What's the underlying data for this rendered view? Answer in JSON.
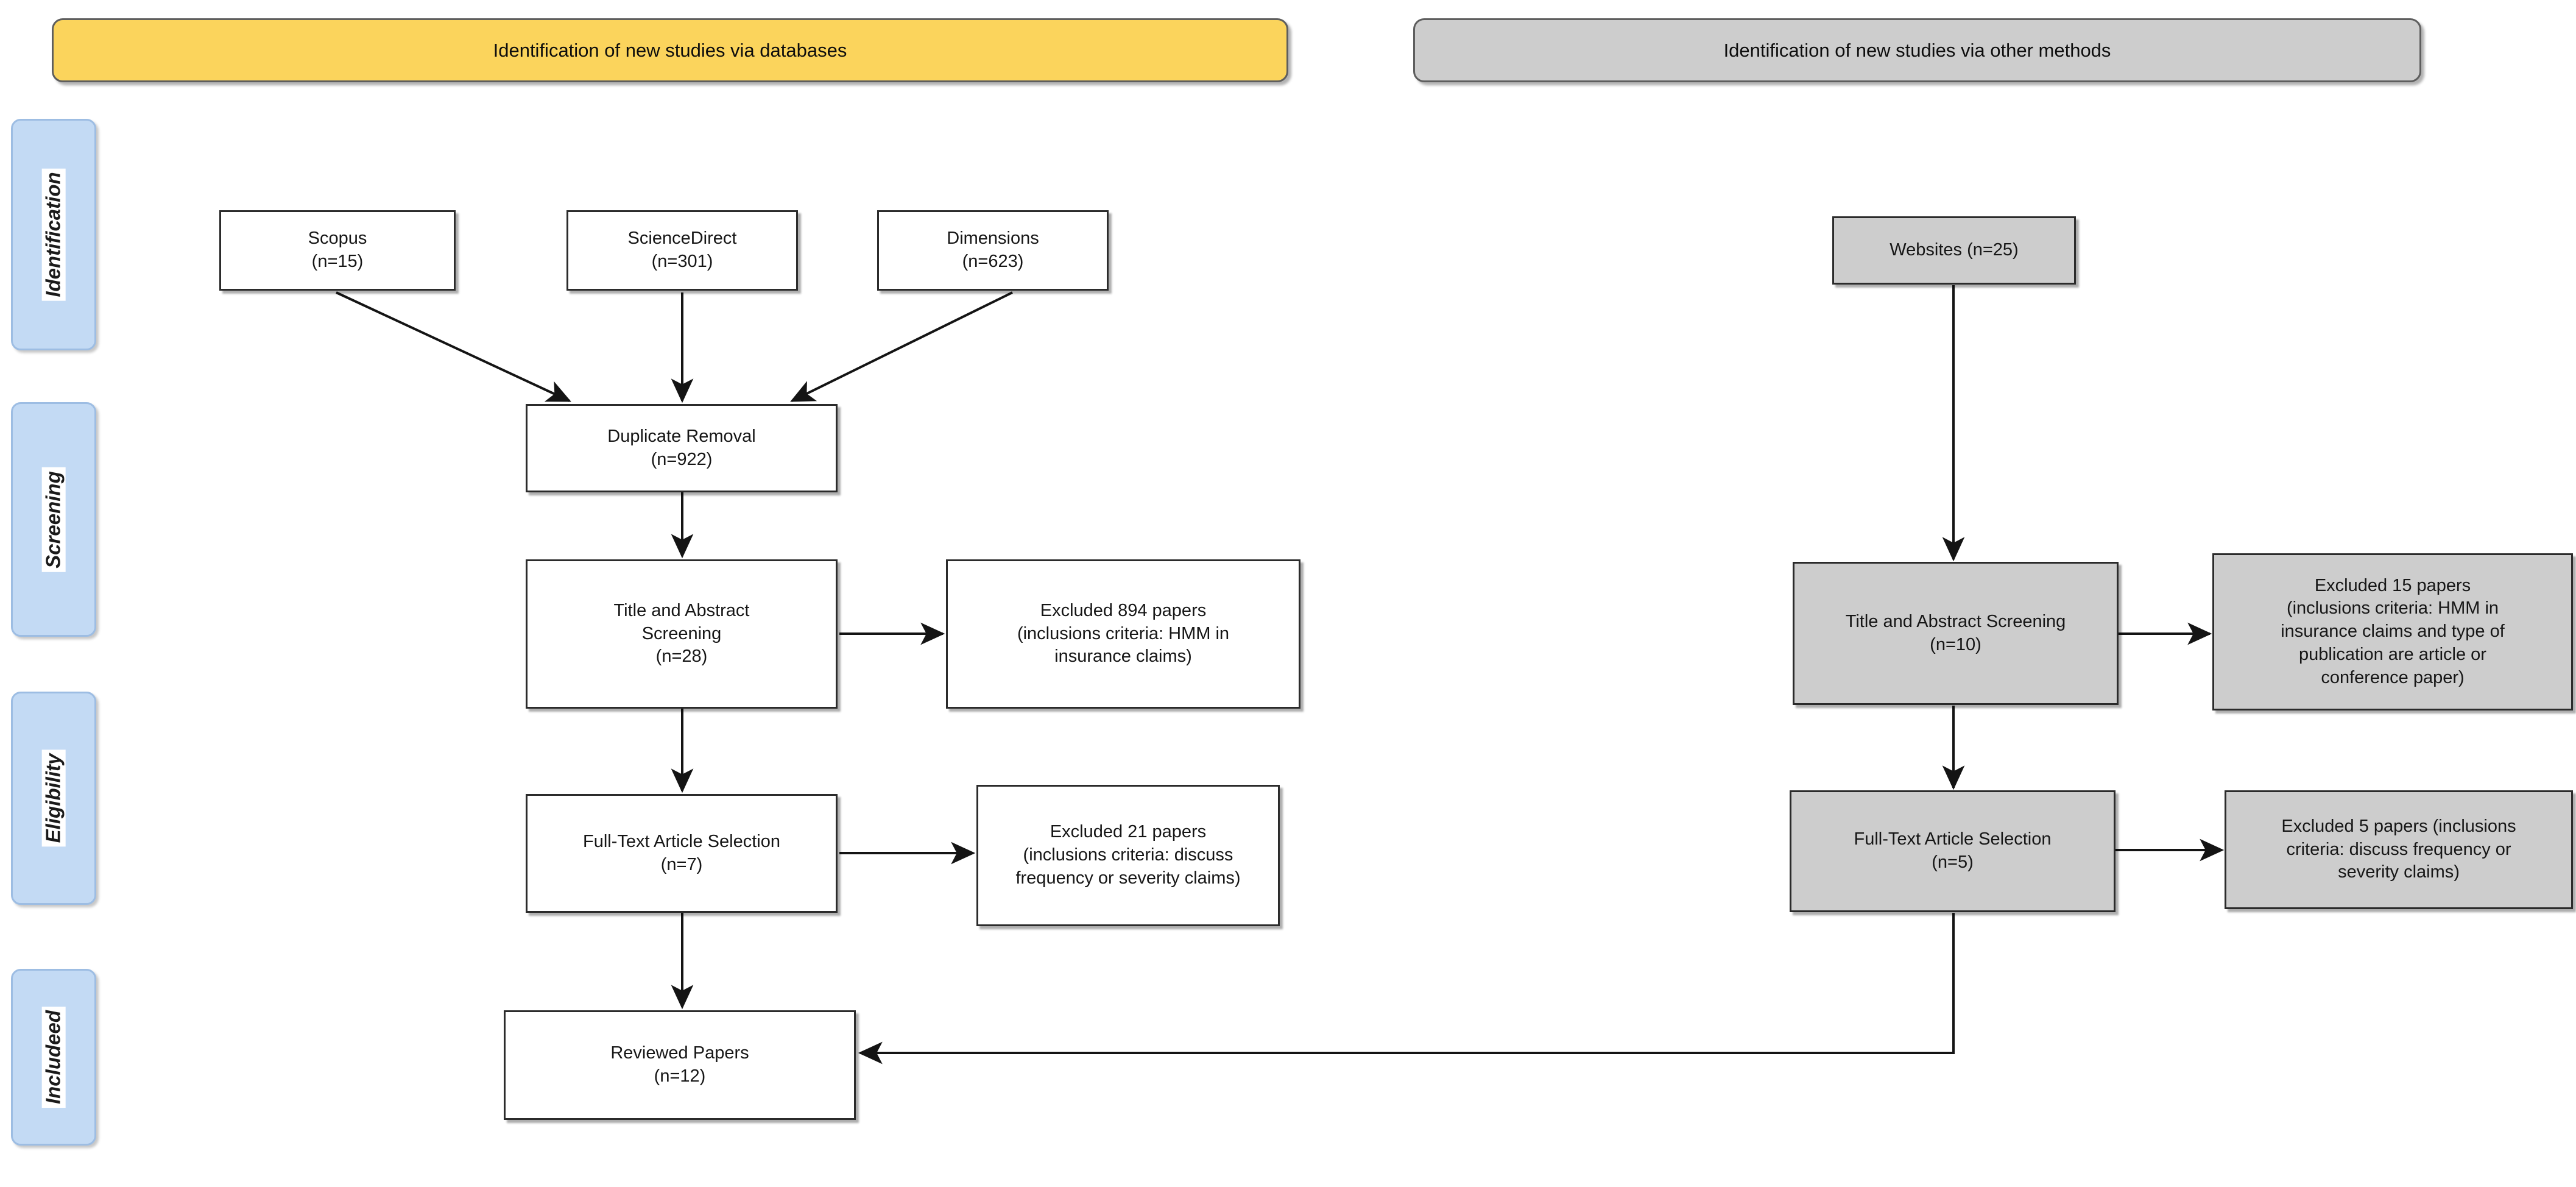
{
  "diagram": {
    "type": "prisma-flow-diagram",
    "title": "PRISMA study selection flow"
  },
  "banners": [
    {
      "id": "databases",
      "label": "Identification of new studies via databases",
      "color": "#fbd45c"
    },
    {
      "id": "other-methods",
      "label": "Identification of new studies via other methods",
      "color": "#cdcdcd"
    }
  ],
  "stages": [
    {
      "id": "identification",
      "label": "Identification"
    },
    {
      "id": "screening",
      "label": "Screening"
    },
    {
      "id": "eligibility",
      "label": "Eligibility"
    },
    {
      "id": "included",
      "label": "Includeed"
    }
  ],
  "database_column": {
    "sources": [
      {
        "id": "scopus",
        "label": "Scopus\n(n=15)",
        "name": "Scopus",
        "count": 15
      },
      {
        "id": "sciencedirect",
        "label": "ScienceDirect\n(n=301)",
        "name": "ScienceDirect",
        "count": 301
      },
      {
        "id": "dimensions",
        "label": "Dimensions\n(n=623)",
        "name": "Dimensions",
        "count": 623
      }
    ],
    "duplicate_removal": {
      "label": "Duplicate Removal\n(n=922)",
      "name": "Duplicate Removal",
      "count": 922
    },
    "title_abstract_screening": {
      "label": "Title and Abstract\nScreening\n(n=28)",
      "name": "Title and Abstract Screening",
      "count": 28
    },
    "title_abstract_excluded": {
      "label": "Excluded 894 papers\n(inclusions criteria: HMM in\ninsurance claims)",
      "count": 894
    },
    "full_text_selection": {
      "label": "Full-Text Article Selection\n(n=7)",
      "name": "Full-Text Article Selection",
      "count": 7
    },
    "full_text_excluded": {
      "label": "Excluded 21 papers\n(inclusions criteria: discuss\nfrequency or severity claims)",
      "count": 21
    },
    "reviewed_papers": {
      "label": "Reviewed Papers\n(n=12)",
      "name": "Reviewed Papers",
      "count": 12
    }
  },
  "other_methods_column": {
    "sources": [
      {
        "id": "websites",
        "label": "Websites (n=25)",
        "name": "Websites",
        "count": 25
      }
    ],
    "title_abstract_screening": {
      "label": "Title and Abstract Screening\n(n=10)",
      "name": "Title and Abstract Screening",
      "count": 10
    },
    "title_abstract_excluded": {
      "label": "Excluded 15 papers\n(inclusions criteria: HMM in\ninsurance claims and type of\npublication are article or\nconference paper)",
      "count": 15
    },
    "full_text_selection": {
      "label": "Full-Text Article Selection\n(n=5)",
      "name": "Full-Text Article Selection",
      "count": 5
    },
    "full_text_excluded": {
      "label": "Excluded 5 papers (inclusions\ncriteria: discuss frequency or\nseverity claims)",
      "count": 5
    }
  },
  "colors": {
    "banner_databases": "#fbd45c",
    "banner_other": "#cdcdcd",
    "rail_fill": "#c3daf4",
    "rail_border": "#9dbde3",
    "box_border": "#2b2b2b",
    "box_fill_white": "#ffffff",
    "box_fill_grey": "#cdcdcd",
    "connector": "#1a1a1a"
  }
}
